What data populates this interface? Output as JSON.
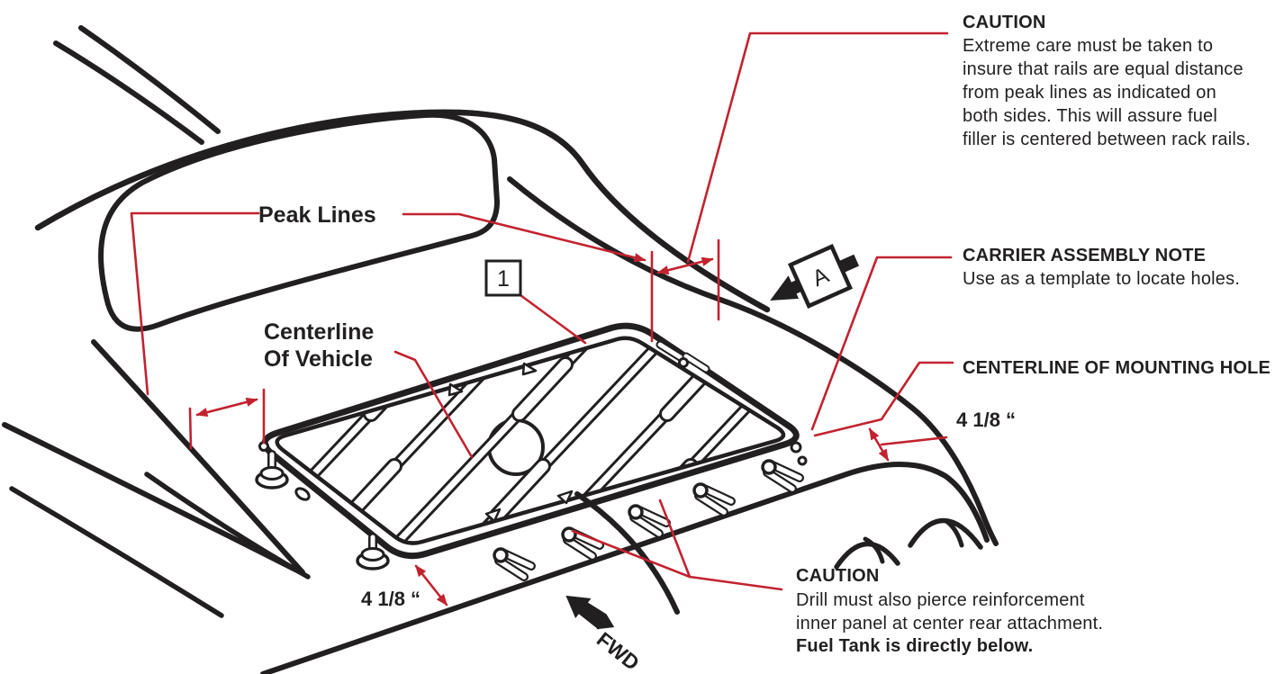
{
  "colors": {
    "ink": "#221f20",
    "red": "#c2222f",
    "background": "#ffffff"
  },
  "annotations": {
    "caution_top": {
      "title": "CAUTION",
      "lines": [
        "Extreme care must be taken to",
        "insure that rails are equal distance",
        "from peak lines as indicated on",
        "both sides. This will assure fuel",
        "filler is centered between rack rails."
      ]
    },
    "carrier_note": {
      "title": "CARRIER ASSEMBLY NOTE",
      "body": "Use as a template to locate holes."
    },
    "mounting_hole_label": "CENTERLINE OF MOUNTING HOLE",
    "dim_right": "4 1/8 “",
    "dim_bottom": "4 1/8 “",
    "peak_lines_label": "Peak Lines",
    "vehicle_centerline": {
      "line1": "Centerline",
      "line2": "Of Vehicle"
    },
    "caution_bottom": {
      "title": "CAUTION",
      "line1": "Drill must also pierce reinforcement",
      "line2": "inner panel at center rear attachment.",
      "line3": "Fuel Tank is directly below."
    },
    "direction_fwd": "FWD",
    "view_label": "A",
    "callout_number": "1"
  }
}
